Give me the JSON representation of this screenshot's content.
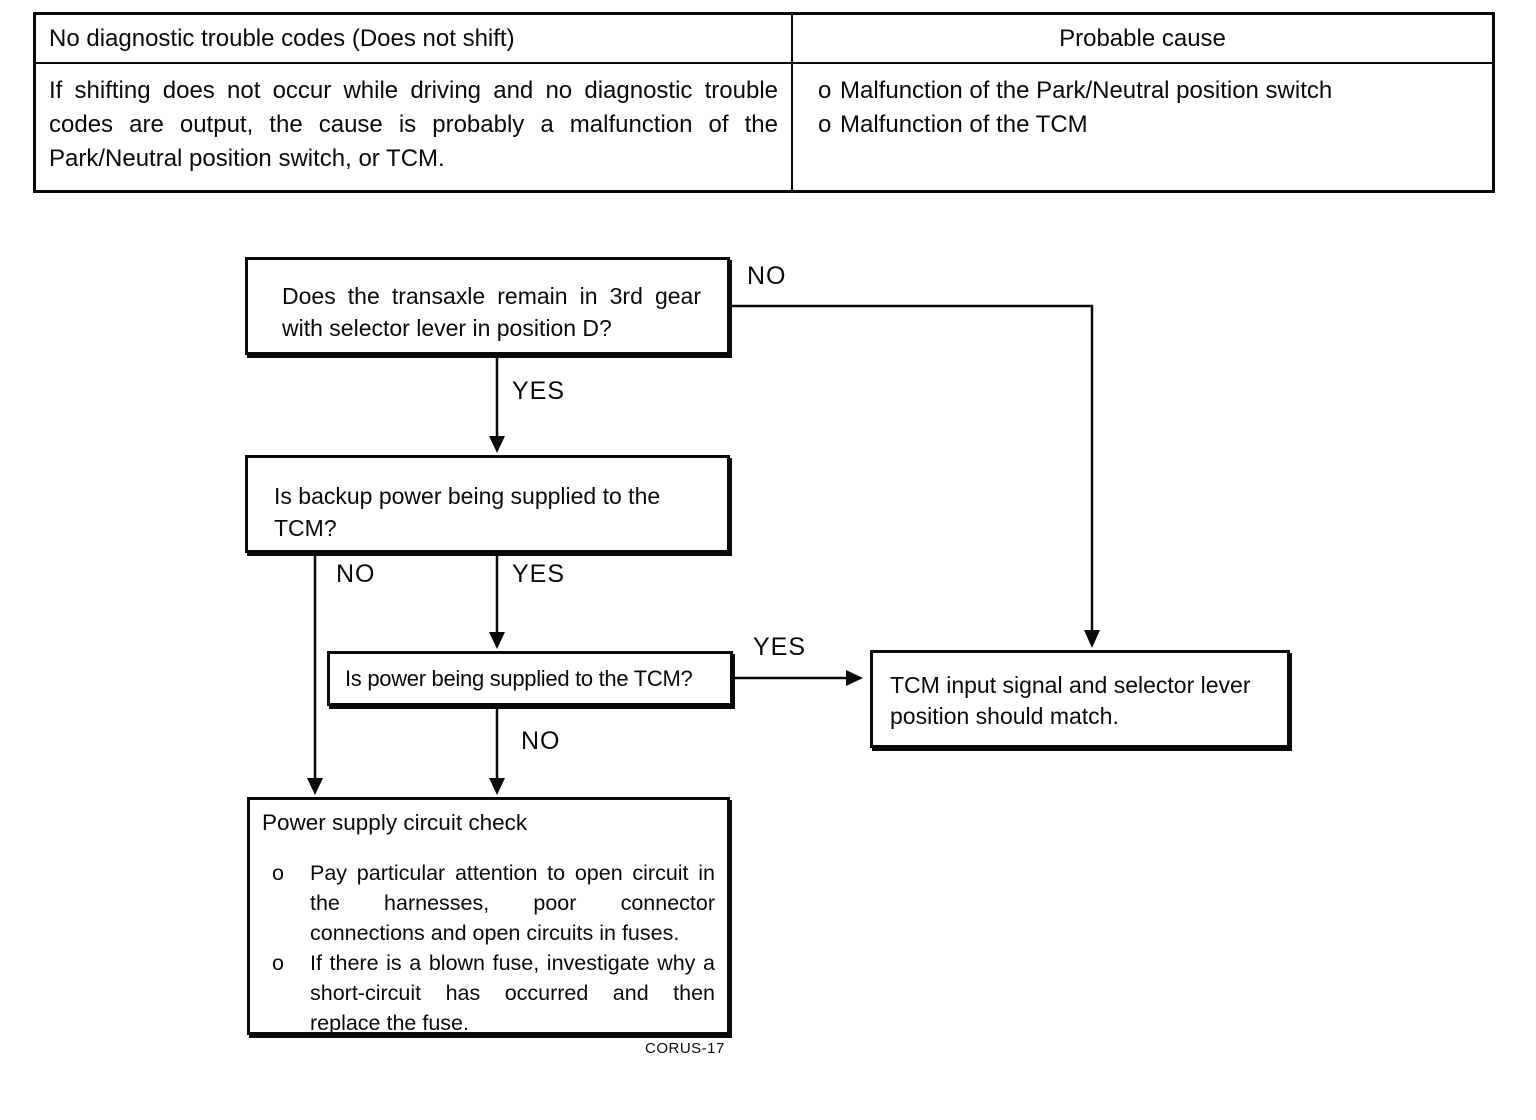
{
  "table": {
    "header": {
      "left": "No diagnostic trouble codes (Does not shift)",
      "right": "Probable cause"
    },
    "body": {
      "left_text": "If shifting does not occur while driving and no diagnostic trouble codes are output, the cause is probably a malfunction of the Park/Neutral position switch, or TCM.",
      "cause_items": [
        {
          "marker": "o",
          "text": "Malfunction of the Park/Neutral position switch"
        },
        {
          "marker": "o",
          "text": "Malfunction of the TCM"
        }
      ]
    }
  },
  "flowchart": {
    "boxes": {
      "q1": "Does the transaxle remain in 3rd gear with selector lever in position D?",
      "q2": "Is backup power being supplied to the TCM?",
      "q3": "Is power being supplied to the TCM?",
      "result": "TCM input signal and selector lever position should match.",
      "power_title": "Power supply circuit check",
      "power_items": [
        {
          "marker": "o",
          "text": "Pay particular attention to open circuit in the harnesses, poor connector connections and open circuits in fuses."
        },
        {
          "marker": "o",
          "text": "If there is a blown fuse, investigate why a short-circuit has occurred and then replace the fuse."
        }
      ]
    },
    "labels": {
      "q1_no": "NO",
      "q1_yes": "YES",
      "q2_no": "NO",
      "q2_yes": "YES",
      "q3_yes": "YES",
      "q3_no": "NO"
    }
  },
  "footer": {
    "figure_code": "CORUS-17"
  },
  "colors": {
    "ink": "#0a0a0a",
    "paper": "#ffffff"
  }
}
